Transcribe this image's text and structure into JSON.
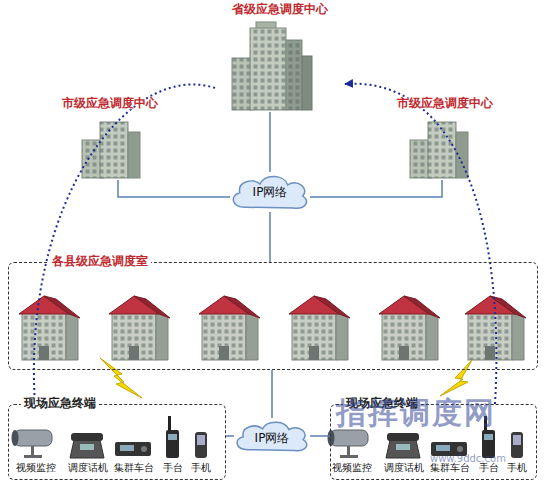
{
  "diagram": {
    "nodes": [
      {
        "text": [
          "省级应急调度中心"
        ]
      },
      {
        "text": [
          "市级应急调度中心"
        ]
      },
      {
        "text": [
          "市级应急调度中心"
        ]
      },
      {
        "text": [
          "IP网络"
        ]
      },
      {
        "text": [
          "各县级应急调度室"
        ]
      },
      {
        "text": [
          "现场应急终端"
        ]
      },
      {
        "text": [
          "视频监控"
        ],
        "in": 5
      },
      {
        "text": [
          "调度话机"
        ],
        "in": 5
      },
      {
        "text": [
          "集群车台"
        ],
        "in": 5
      },
      {
        "text": [
          "手台"
        ],
        "in": 5
      },
      {
        "text": [
          "手机"
        ],
        "in": 5
      },
      {
        "text": [
          "IP网络"
        ]
      },
      {
        "text": [
          "现场应急终端"
        ]
      },
      {
        "text": [
          "视频监控"
        ],
        "in": 12
      },
      {
        "text": [
          "调度话机"
        ],
        "in": 12
      },
      {
        "text": [
          "集群车台"
        ],
        "in": 12
      },
      {
        "text": [
          "手台"
        ],
        "in": 12
      },
      {
        "text": [
          "手机"
        ],
        "in": 12
      }
    ],
    "edges": [
      {
        "from": 0,
        "to": 3,
        "arrow": "none"
      },
      {
        "from": 1,
        "to": 3,
        "arrow": "none"
      },
      {
        "from": 2,
        "to": 3,
        "arrow": "none"
      },
      {
        "from": 3,
        "to": 4,
        "arrow": "none"
      },
      {
        "from": 4,
        "to": 11,
        "arrow": "none"
      },
      {
        "from": 11,
        "to": 5,
        "arrow": "none"
      },
      {
        "from": 11,
        "to": 12,
        "arrow": "none"
      },
      {
        "from": 0,
        "to": 5,
        "arrow": "to"
      },
      {
        "from": 12,
        "to": 0,
        "arrow": "to"
      }
    ],
    "labels": [
      "指挥调度网",
      "www.9ddc.com"
    ]
  }
}
